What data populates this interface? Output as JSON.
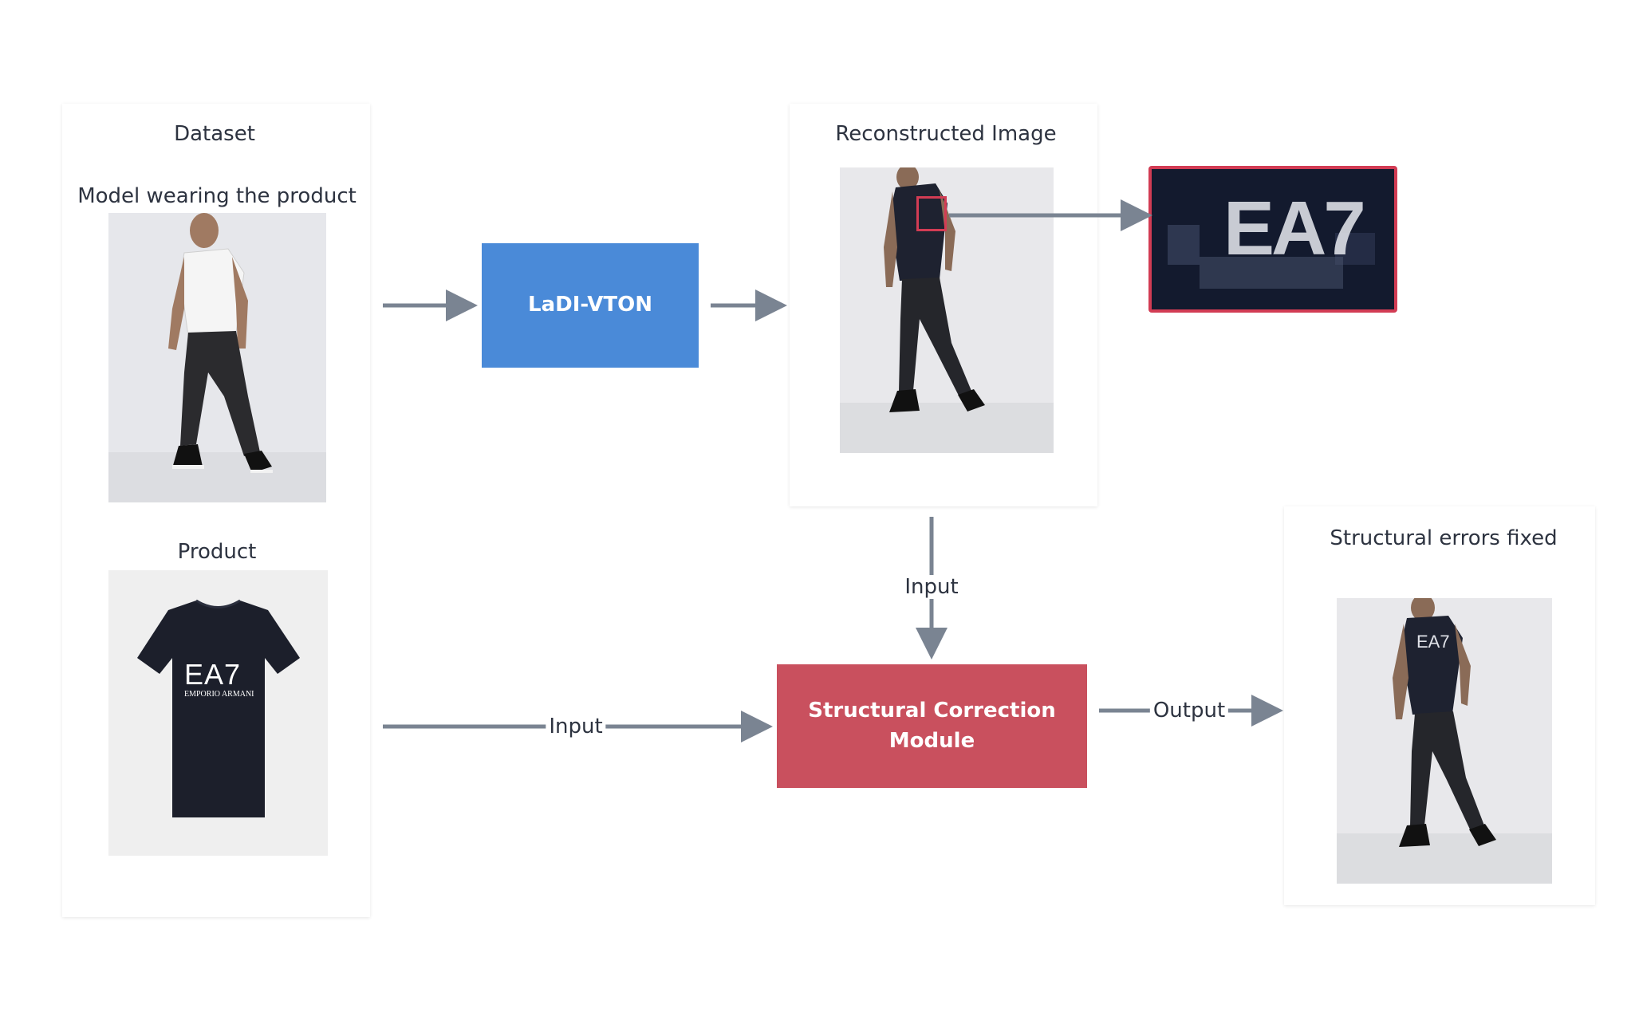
{
  "dataset": {
    "title": "Dataset",
    "model_caption": "Model wearing the product",
    "product_caption": "Product",
    "tshirt_logo": "EA7",
    "tshirt_sublogo": "EMPORIO ARMANI"
  },
  "ladi_vton": {
    "label": "LaDI-VTON"
  },
  "reconstructed": {
    "title": "Reconstructed Image",
    "zoom_logo": "EA7"
  },
  "correction": {
    "label_line1": "Structural Correction",
    "label_line2": "Module"
  },
  "edges": {
    "input_vertical": "Input",
    "input_horizontal": "Input",
    "output": "Output"
  },
  "fixed": {
    "title": "Structural errors fixed",
    "shirt_logo": "EA7"
  },
  "colors": {
    "arrow": "#7a8492",
    "ladi_box": "#4a8ad8",
    "correction_box": "#c9505e",
    "highlight": "#d23c54"
  }
}
